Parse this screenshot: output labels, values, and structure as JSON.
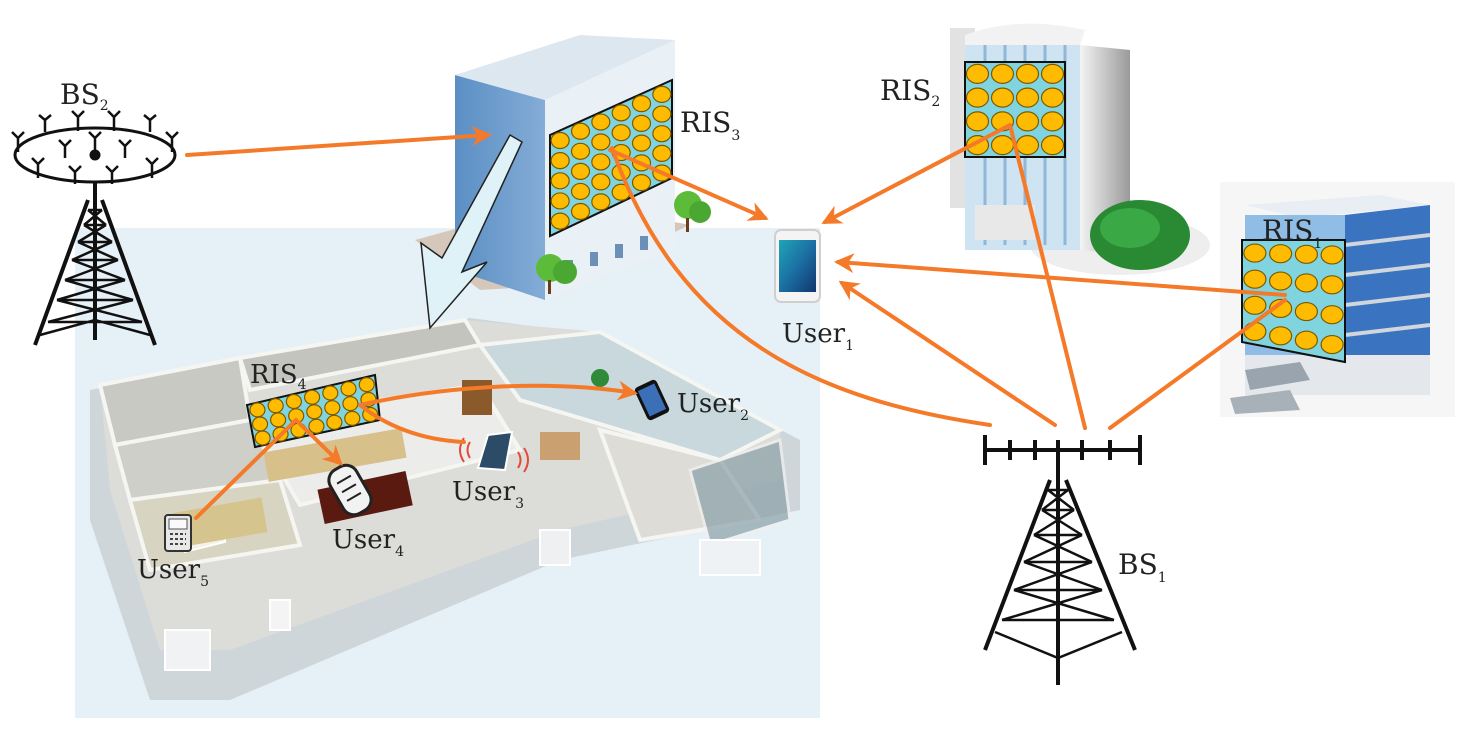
{
  "diagram": {
    "title": "RIS-assisted multi-user wireless network",
    "colors": {
      "link": "#f47a2a",
      "ris_panel": "#7fd4e0",
      "ris_element": "#ffbb00",
      "ris_element_stroke": "#7a5a00",
      "indoor_bg": "#e6f1f7",
      "building_blue": "#6f9fcc",
      "tower": "#111111",
      "indoor_arrow": "#dff2f7"
    },
    "base_stations": [
      {
        "id": "bs2",
        "name": "BS",
        "sub": "2",
        "type": "massive-mimo-ring"
      },
      {
        "id": "bs1",
        "name": "BS",
        "sub": "1",
        "type": "linear-array"
      }
    ],
    "ris": [
      {
        "id": "ris1",
        "name": "RIS",
        "sub": "1",
        "rows": 4,
        "cols": 4,
        "mount": "office building (right)"
      },
      {
        "id": "ris2",
        "name": "RIS",
        "sub": "2",
        "rows": 4,
        "cols": 4,
        "mount": "tall tower building"
      },
      {
        "id": "ris3",
        "name": "RIS",
        "sub": "3",
        "rows": 5,
        "cols": 6,
        "mount": "blue building"
      },
      {
        "id": "ris4",
        "name": "RIS",
        "sub": "4",
        "rows": 3,
        "cols": 7,
        "mount": "indoor wall"
      }
    ],
    "users": [
      {
        "id": "user1",
        "name": "User",
        "sub": "1",
        "device": "smartphone"
      },
      {
        "id": "user2",
        "name": "User",
        "sub": "2",
        "device": "smartphone"
      },
      {
        "id": "user3",
        "name": "User",
        "sub": "3",
        "device": "tablet"
      },
      {
        "id": "user4",
        "name": "User",
        "sub": "4",
        "device": "cordless-phone"
      },
      {
        "id": "user5",
        "name": "User",
        "sub": "5",
        "device": "feature-phone"
      }
    ],
    "links": [
      {
        "from": "bs2",
        "to": "ris3"
      },
      {
        "from": "ris3",
        "to": "user1"
      },
      {
        "from": "bs1",
        "to": "ris3"
      },
      {
        "from": "bs1",
        "to": "ris2"
      },
      {
        "from": "ris2",
        "to": "user1"
      },
      {
        "from": "bs1",
        "to": "ris1"
      },
      {
        "from": "ris1",
        "to": "user1"
      },
      {
        "from": "bs1",
        "to": "user1"
      },
      {
        "from": "ris3",
        "to": "ris4",
        "style": "indoor-penetration"
      },
      {
        "from": "ris4",
        "to": "user2"
      },
      {
        "from": "user3",
        "to": "ris4"
      },
      {
        "from": "ris4",
        "to": "user4"
      },
      {
        "from": "ris4",
        "to": "user5"
      }
    ]
  }
}
